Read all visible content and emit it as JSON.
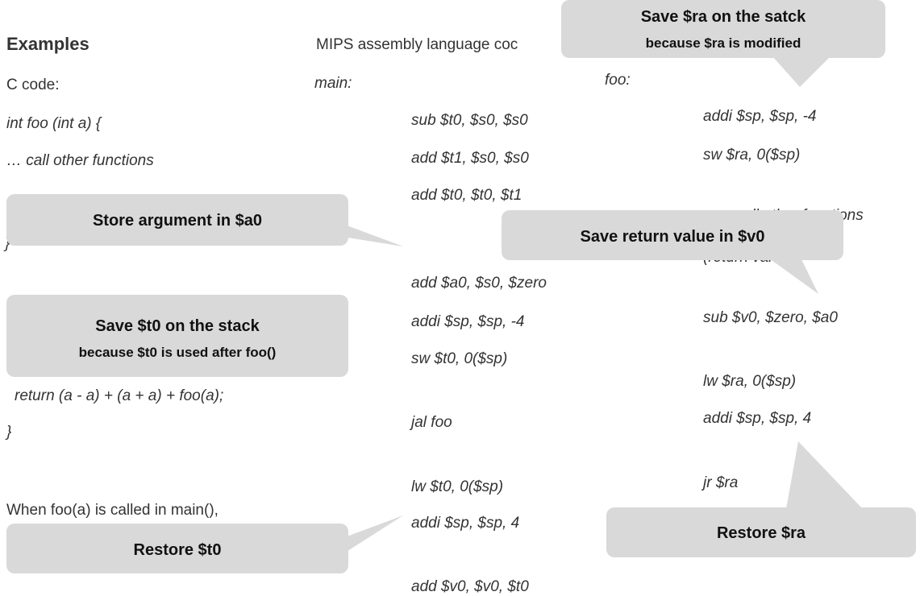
{
  "left": {
    "heading": "Examples",
    "c_label": "C code:",
    "lines": [
      "int foo (int a) {",
      "  … call other functions",
      "  return (a - a) + (a + a) + foo(a);",
      "}"
    ],
    "partial1": "}",
    "when_text": "When foo(a) is called in main(),"
  },
  "middle": {
    "header": "MIPS assembly language coc",
    "label": "main:",
    "code": [
      "sub $t0, $s0, $s0",
      "add $t1, $s0, $s0",
      "add $t0, $t0, $t1",
      "add $a0, $s0, $zero",
      "addi $sp, $sp, -4",
      "sw $t0, 0($sp)",
      "jal foo",
      "lw $t0, 0($sp)",
      "addi $sp, $sp, 4",
      "add $v0, $v0, $t0"
    ]
  },
  "right": {
    "label": "foo:",
    "code": [
      "addi $sp, $sp, -4",
      "sw $ra, 0($sp)",
      "… call other functions",
      "(return value)",
      "sub $v0, $zero, $a0",
      "lw $ra, 0($sp)",
      "addi $sp, $sp, 4",
      "jr $ra"
    ]
  },
  "callouts": {
    "save_ra": {
      "line1": "Save $ra on the satck",
      "line2": "because $ra is modified"
    },
    "store_arg": {
      "line1": "Store argument in $a0"
    },
    "save_ret": {
      "line1": "Save return value in $v0"
    },
    "save_t0": {
      "line1": "Save  $t0 on the stack",
      "line2": "because $t0 is used after foo()"
    },
    "restore_ra": {
      "line1": "Restore $ra"
    },
    "restore_t0": {
      "line1": "Restore $t0"
    }
  },
  "colors": {
    "callout_bg": "#d9d9d9",
    "text": "#333333"
  }
}
